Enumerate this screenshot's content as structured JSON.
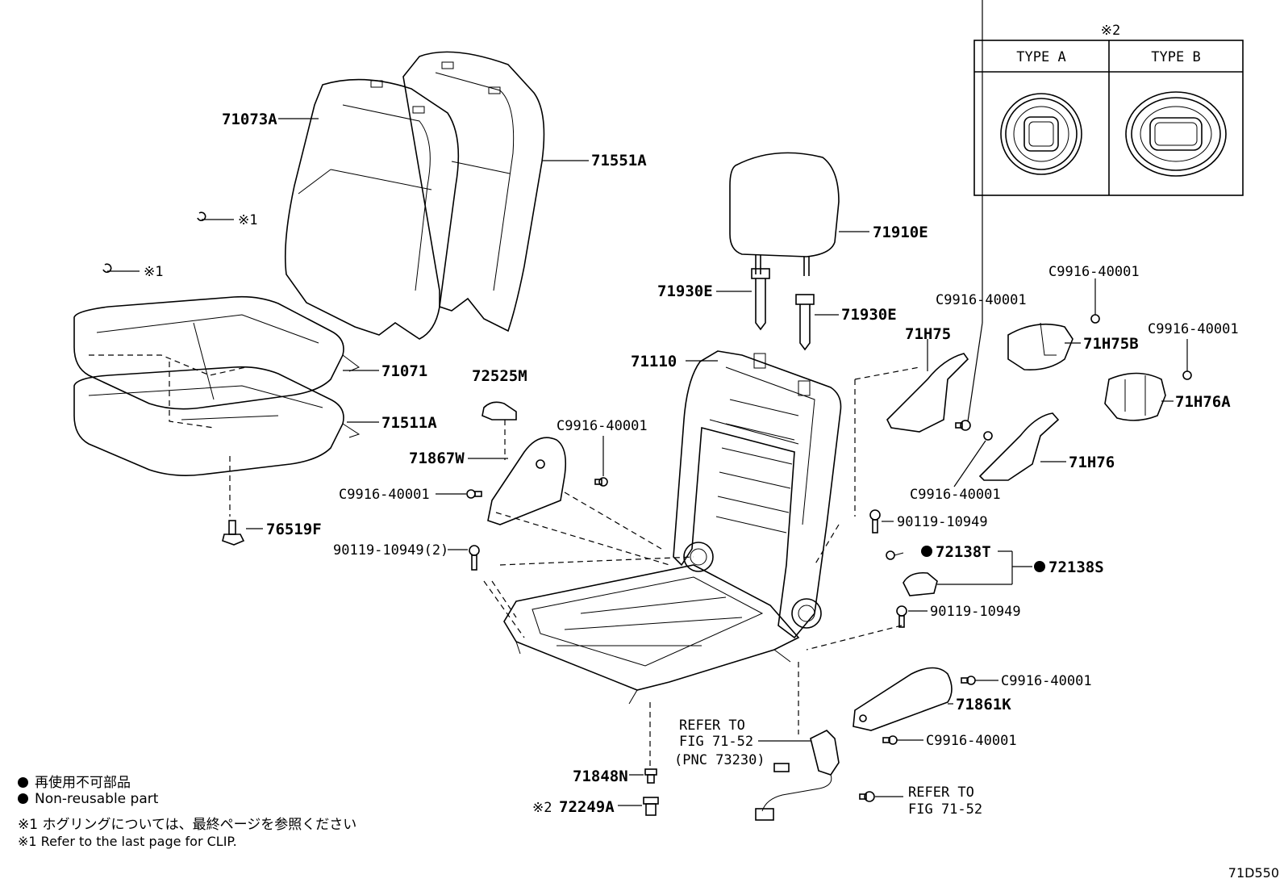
{
  "inset": {
    "ref_mark": "※2",
    "type_a": "TYPE  A",
    "type_b": "TYPE  B"
  },
  "labels": {
    "p71073A": "71073A",
    "p71551A": "71551A",
    "clip1": "※1",
    "clip2": "※1",
    "p71071": "71071",
    "p71511A": "71511A",
    "p76519F": "76519F",
    "p72525M": "72525M",
    "p71867W": "71867W",
    "c9916_a": "C9916-40001",
    "c9916_b": "C9916-40001",
    "p90119_2": "90119-10949(2)",
    "p71910E": "71910E",
    "p71930E_a": "71930E",
    "p71930E_b": "71930E",
    "p71110": "71110",
    "c9916_c": "C9916-40001",
    "c9916_d": "C9916-40001",
    "p71H75": "71H75",
    "p71H75B": "71H75B",
    "c9916_e": "C9916-40001",
    "p71H76A": "71H76A",
    "p71H76": "71H76",
    "c9916_f": "C9916-40001",
    "p90119_a": "90119-10949",
    "p72138T": "72138T",
    "p72138S": "72138S",
    "p90119_b": "90119-10949",
    "c9916_g": "C9916-40001",
    "p71861K": "71861K",
    "c9916_h": "C9916-40001",
    "refer1_a": "REFER TO",
    "refer1_b": "FIG 71-52",
    "refer1_c": "(PNC 73230)",
    "refer2_a": "REFER TO",
    "refer2_b": "FIG 71-52",
    "p71848N": "71848N",
    "ref2_mark": "※2",
    "p72249A": "72249A"
  },
  "notes": {
    "jp_nonreusable": "再使用不可部品",
    "en_nonreusable": "Non-reusable part",
    "jp_clip": "※1 ホグリングについては、最終ページを参照ください",
    "en_clip": "※1 Refer to the last page for CLIP."
  },
  "diagram_code": "71D550"
}
